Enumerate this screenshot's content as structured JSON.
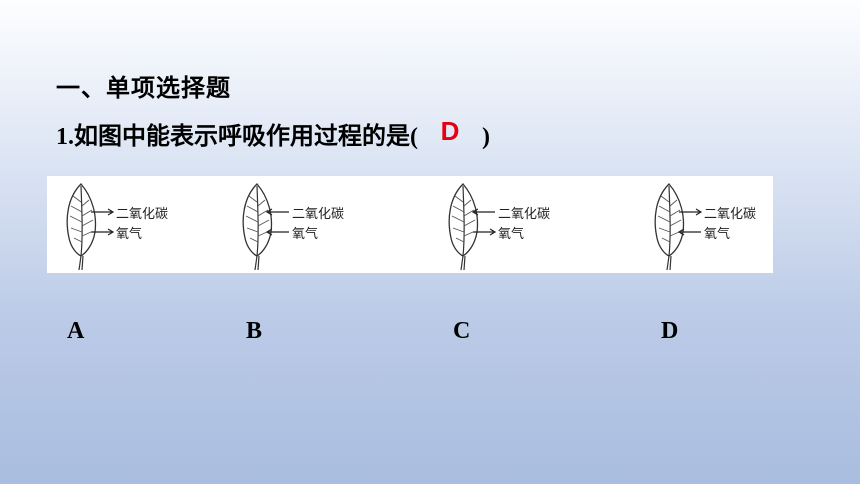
{
  "heading": "一、单项选择题",
  "question": {
    "number": "1.",
    "text": "如图中能表示呼吸作用过程的是",
    "open_paren": "(",
    "close_paren": ")",
    "answer": "D",
    "answer_color": "#e60012"
  },
  "figure": {
    "panels": [
      {
        "id": "A",
        "gas_top": "二氧化碳",
        "gas_bottom": "氧气",
        "top_arrow": "out",
        "bottom_arrow": "out"
      },
      {
        "id": "B",
        "gas_top": "二氧化碳",
        "gas_bottom": "氧气",
        "top_arrow": "in",
        "bottom_arrow": "in"
      },
      {
        "id": "C",
        "gas_top": "二氧化碳",
        "gas_bottom": "氧气",
        "top_arrow": "in",
        "bottom_arrow": "out"
      },
      {
        "id": "D",
        "gas_top": "二氧化碳",
        "gas_bottom": "氧气",
        "top_arrow": "out",
        "bottom_arrow": "in"
      }
    ]
  },
  "options": [
    "A",
    "B",
    "C",
    "D"
  ]
}
